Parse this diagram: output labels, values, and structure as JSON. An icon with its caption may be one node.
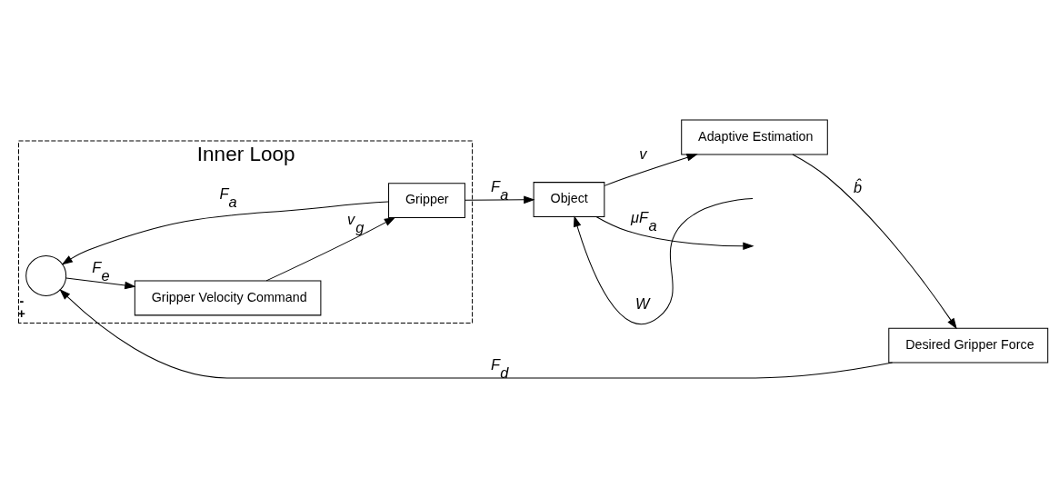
{
  "diagram": {
    "nodes": [
      {
        "text": [
          "Inner Loop"
        ]
      },
      {
        "text": [],
        "shape": "circle",
        "in": 0,
        "beside": [
          "-",
          "+"
        ]
      },
      {
        "text": [
          "Gripper Velocity Command"
        ],
        "in": 0
      },
      {
        "text": [
          "Gripper"
        ],
        "in": 0
      },
      {
        "text": [
          "Object"
        ]
      },
      {
        "text": [
          "Adaptive Estimation"
        ]
      },
      {
        "text": [
          "Desired Gripper Force"
        ]
      }
    ],
    "edges": [
      {
        "from": 6,
        "to": 1,
        "arrow": "to",
        "label": "F$_{d}$"
      },
      {
        "from": 1,
        "to": 2,
        "arrow": "to",
        "label": "F$_{e}$"
      },
      {
        "from": 2,
        "to": 3,
        "arrow": "to",
        "label": "v$_{g}$"
      },
      {
        "from": 3,
        "to": 1,
        "arrow": "to",
        "label": "F$_{a}$"
      },
      {
        "from": 3,
        "to": 4,
        "arrow": "to",
        "label": "F$_{a}$"
      },
      {
        "from": 4,
        "to": 5,
        "arrow": "to",
        "label": "v"
      },
      {
        "from": 5,
        "to": 6,
        "arrow": "to",
        "label": "b̂"
      },
      {
        "from": null,
        "to": 4,
        "arrow": "to",
        "label": "W"
      },
      {
        "from": 4,
        "to": null,
        "arrow": "to",
        "label": "μF$_{a}$"
      }
    ]
  }
}
